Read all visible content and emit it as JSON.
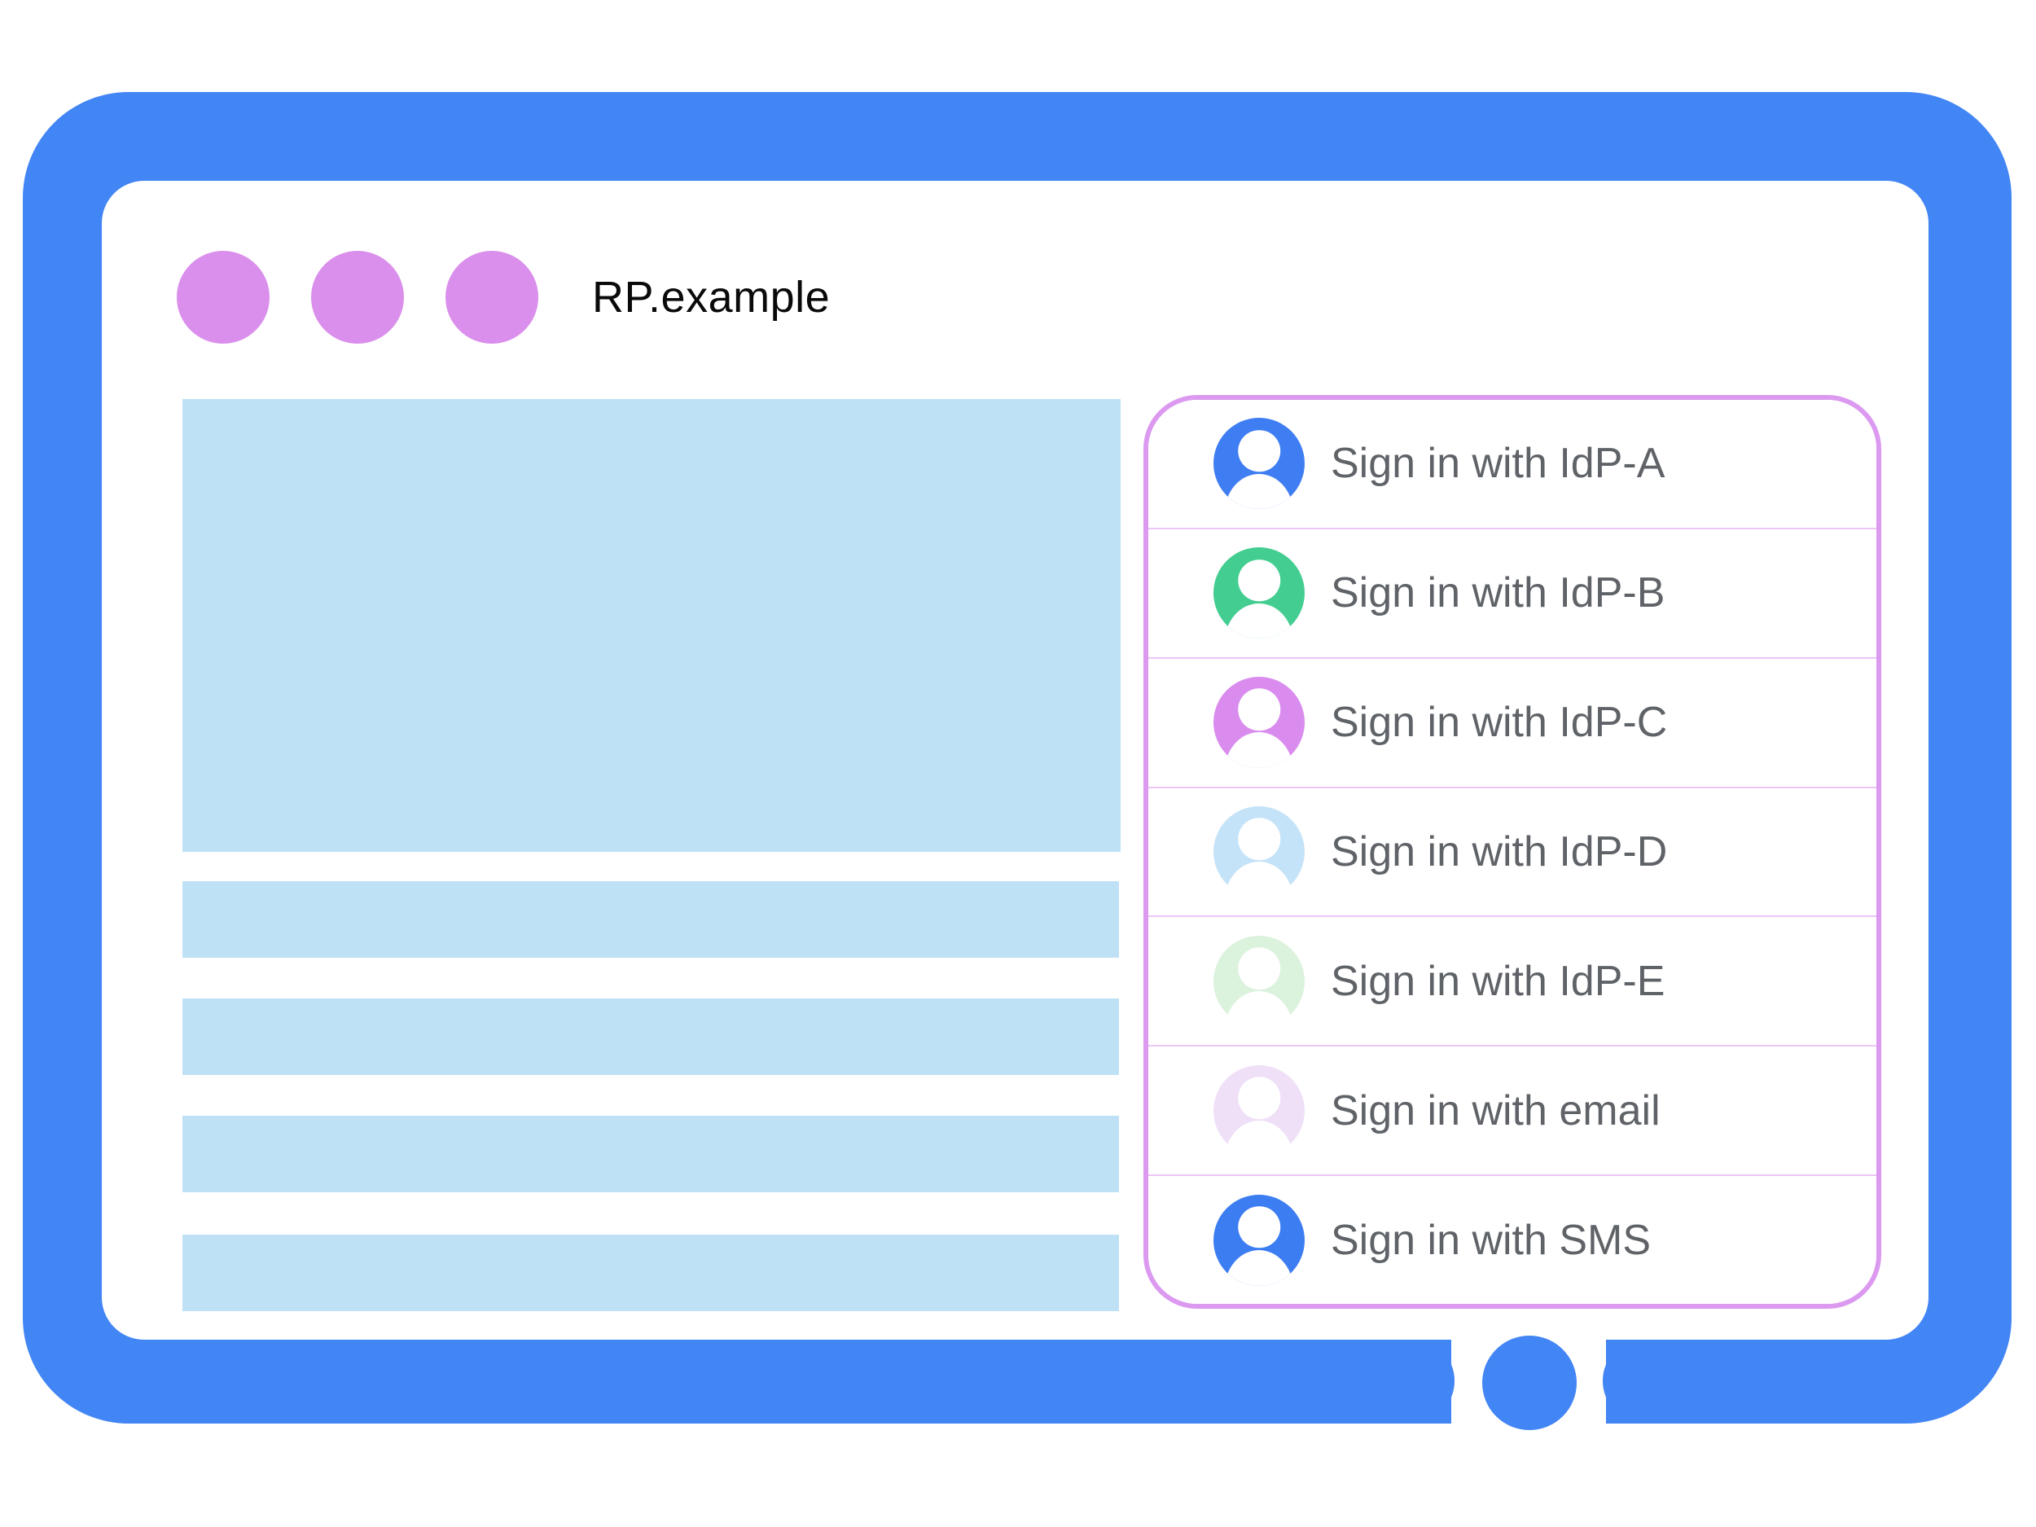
{
  "colors": {
    "frame-blue": "#4285F4",
    "window-dot": "#DA8FEC",
    "skeleton-blue": "#BFE1F6",
    "panel-border": "#DC99F0",
    "panel-divider": "#ECC6F5",
    "label-gray": "#5F6368",
    "title-black": "#0A0A0A"
  },
  "browser": {
    "title": "RP.example",
    "window_dots": [
      {
        "name": "window-dot-1",
        "color": "#DA8FEC"
      },
      {
        "name": "window-dot-2",
        "color": "#DA8FEC"
      },
      {
        "name": "window-dot-3",
        "color": "#DA8FEC"
      }
    ],
    "notch": {
      "shape": "circle",
      "color": "#4285F4"
    }
  },
  "content": {
    "skeleton": {
      "hero_block": true,
      "bar_count": 4,
      "bar_tops": [
        1082,
        1226,
        1370,
        1516
      ],
      "block_color": "#BFE1F6"
    }
  },
  "signin_panel": {
    "options": [
      {
        "label": "Sign in with IdP-A",
        "avatar_color": "#3F7EF2"
      },
      {
        "label": "Sign in with IdP-B",
        "avatar_color": "#43CD90"
      },
      {
        "label": "Sign in with IdP-C",
        "avatar_color": "#D98CEE"
      },
      {
        "label": "Sign in with IdP-D",
        "avatar_color": "#C5E3F8"
      },
      {
        "label": "Sign in with IdP-E",
        "avatar_color": "#DBF2DD"
      },
      {
        "label": "Sign in with email",
        "avatar_color": "#EFE0F8"
      },
      {
        "label": "Sign in with SMS",
        "avatar_color": "#3D7DF2"
      }
    ]
  }
}
